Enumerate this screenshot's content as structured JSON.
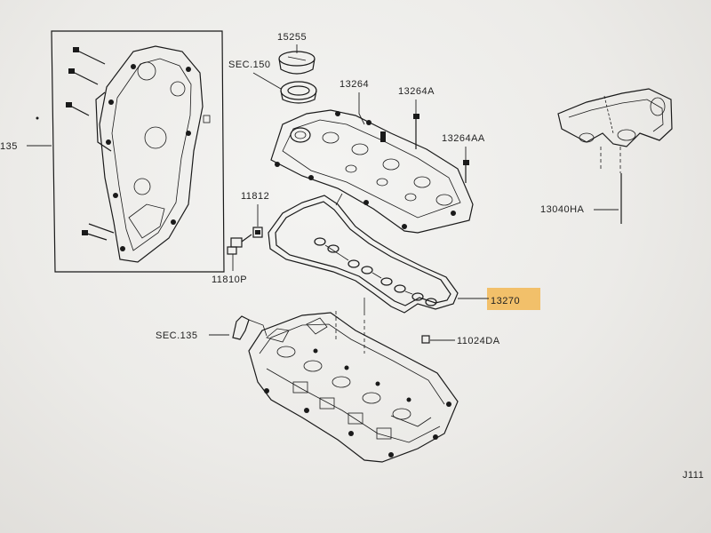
{
  "callouts": {
    "sec135_front": "135",
    "p15255": "15255",
    "sec150": "SEC.150",
    "p13264": "13264",
    "p13264A": "13264A",
    "p13264AA": "13264AA",
    "p13040HA": "13040HA",
    "p11812": "11812",
    "p11810P": "11810P",
    "p13270": "13270",
    "sec135_head": "SEC.135",
    "p11024DA": "11024DA",
    "corner_code": "J111"
  },
  "colors": {
    "highlight": "#f2c06a",
    "ink": "#1a1a1a"
  }
}
